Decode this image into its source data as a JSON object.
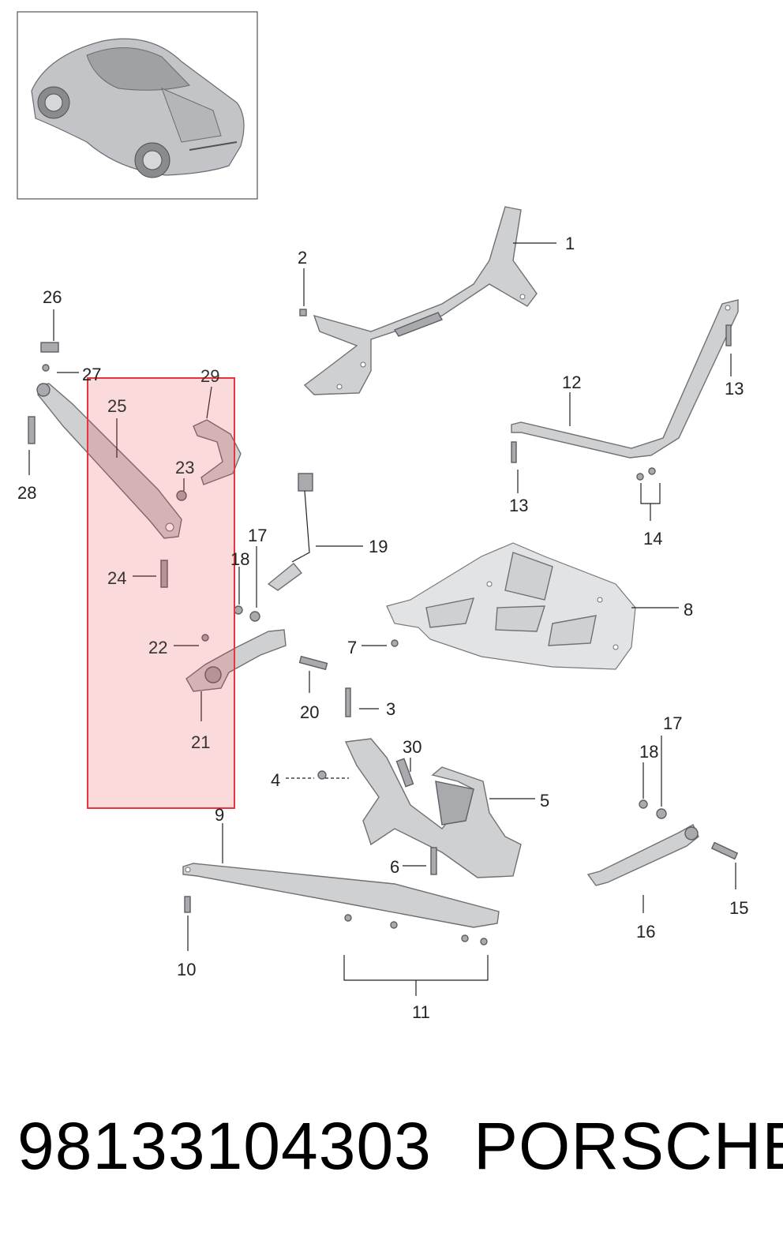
{
  "callouts": {
    "c1": "1",
    "c2": "2",
    "c3": "3",
    "c4": "4",
    "c5": "5",
    "c6": "6",
    "c7": "7",
    "c8": "8",
    "c9": "9",
    "c10": "10",
    "c11": "11",
    "c12": "12",
    "c13a": "13",
    "c13b": "13",
    "c14": "14",
    "c15": "15",
    "c16": "16",
    "c17a": "17",
    "c17b": "17",
    "c18a": "18",
    "c18b": "18",
    "c19": "19",
    "c20": "20",
    "c21": "21",
    "c22": "22",
    "c23": "23",
    "c24": "24",
    "c25": "25",
    "c26": "26",
    "c27": "27",
    "c28": "28",
    "c29": "29",
    "c30": "30"
  },
  "highlight_color": "#e8343a",
  "footer": {
    "part_number": "98133104303",
    "brand": "PORSCHE"
  }
}
